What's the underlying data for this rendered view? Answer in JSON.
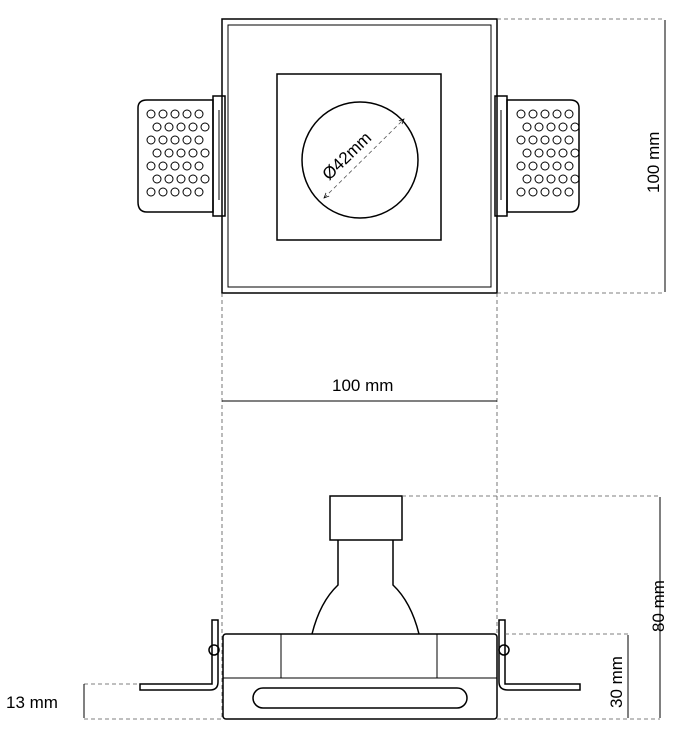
{
  "diagram": {
    "dimensions": {
      "top_height": "100 mm",
      "diameter": "Ø42mm",
      "width": "100 mm",
      "total_height": "80 mm",
      "frame_height": "30 mm",
      "flange_height": "13 mm"
    }
  }
}
